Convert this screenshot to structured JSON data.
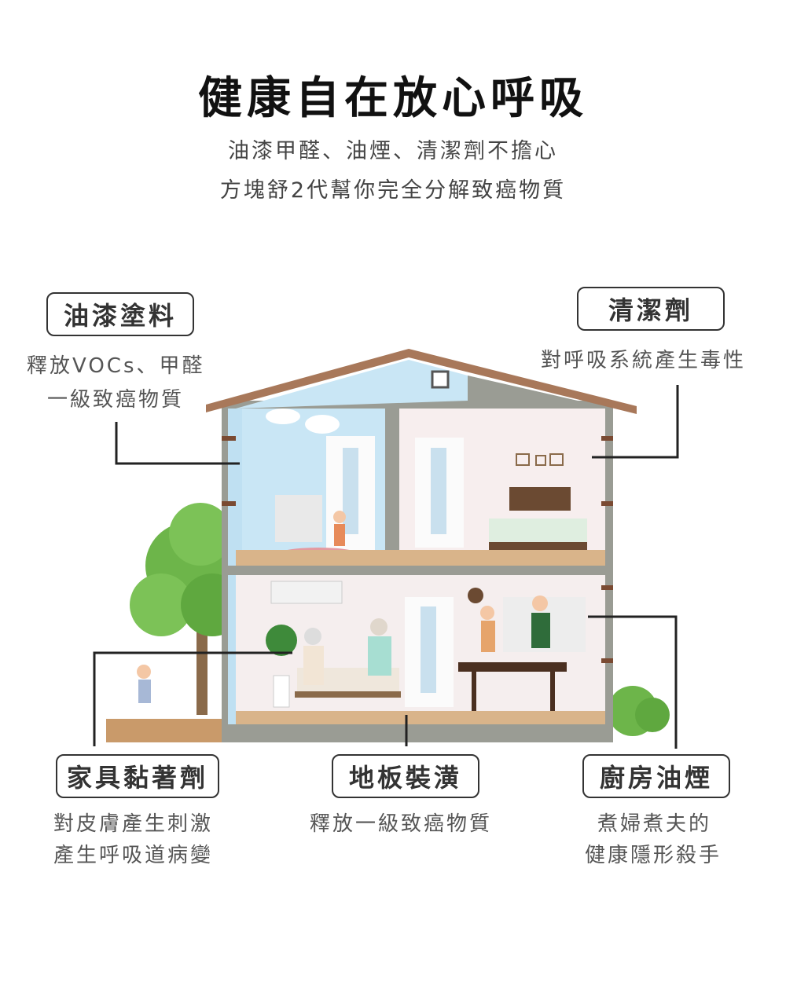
{
  "header": {
    "title": "健康自在放心呼吸",
    "subtitle_line1": "油漆甲醛、油煙、清潔劑不擔心",
    "subtitle_line2": "方塊舒2代幫你完全分解致癌物質"
  },
  "labels": {
    "paint": {
      "name": "油漆塗料",
      "desc_line1": "釋放VOCs、甲醛",
      "desc_line2": "一級致癌物質"
    },
    "cleaner": {
      "name": "清潔劑",
      "desc_line1": "對呼吸系統產生毒性"
    },
    "adhesive": {
      "name": "家具黏著劑",
      "desc_line1": "對皮膚產生刺激",
      "desc_line2": "產生呼吸道病變"
    },
    "flooring": {
      "name": "地板裝潢",
      "desc_line1": "釋放一級致癌物質"
    },
    "kitchen": {
      "name": "廚房油煙",
      "desc_line1": "煮婦煮夫的",
      "desc_line2": "健康隱形殺手"
    }
  },
  "colors": {
    "roof": "#a8785a",
    "wall": "#9a9c94",
    "sky_blue": "#c9e6f5",
    "room_pink": "#f7eeee",
    "floor": "#d9b48a",
    "tree_green": "#6db54a",
    "text_dark": "#333333"
  }
}
